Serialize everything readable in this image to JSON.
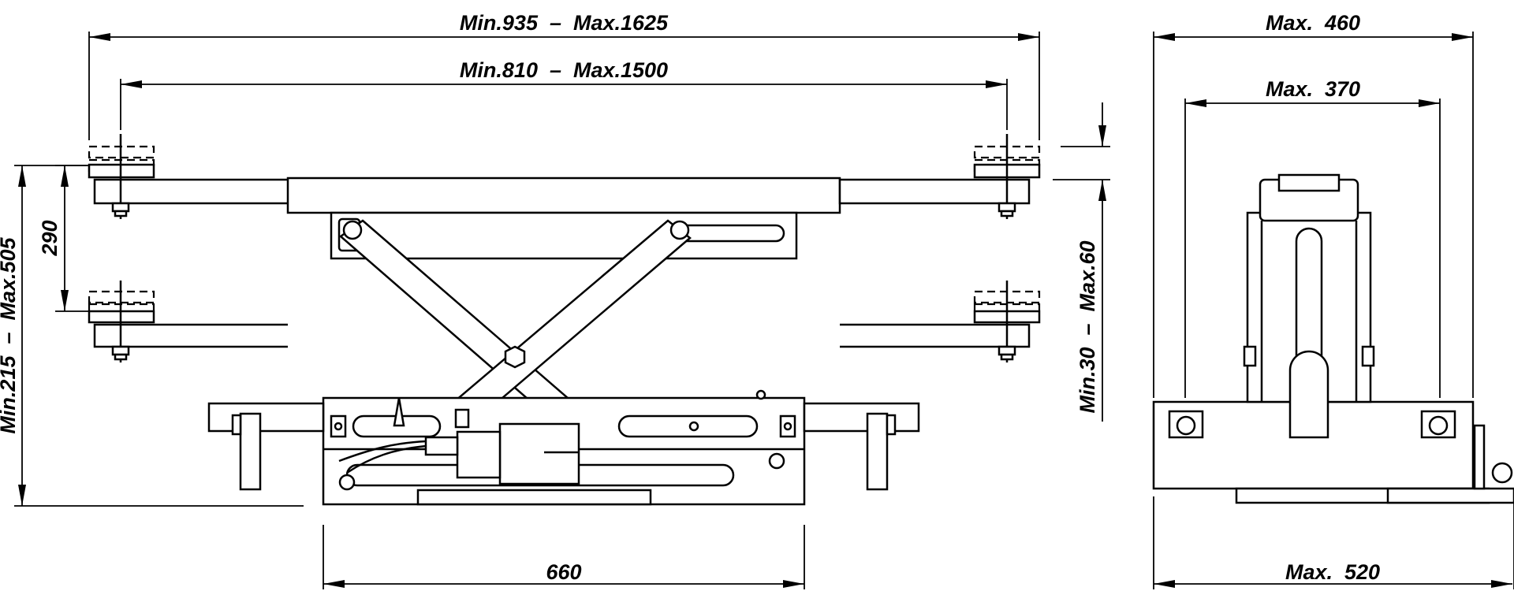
{
  "labels": {
    "total_width": "Min.935  –  Max.1625",
    "arm_width": "Min.810  –  Max.1500",
    "height_range": "Min.215  –  Max.505",
    "arm_step": "290",
    "pad_height": "Min.30  –  Max.60",
    "base_length": "660",
    "side_outer": "Max.  460",
    "side_inner": "Max.  370",
    "side_base": "Max.  520"
  },
  "colors": {
    "line": "#000000",
    "background": "#ffffff"
  }
}
